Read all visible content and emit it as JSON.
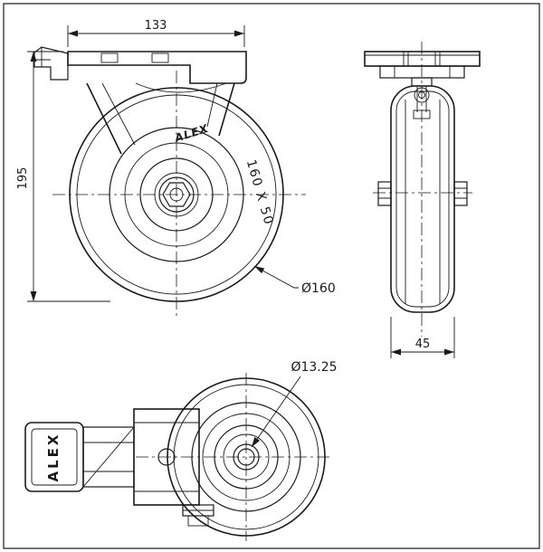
{
  "drawing": {
    "background": "#ffffff",
    "line_color": "#1a1a1a",
    "front": {
      "dim_width": "133",
      "dim_height": "195",
      "wheel_diameter_label": "Ø160",
      "wheel_size_label": "160 X 50",
      "brand": "ALEX"
    },
    "side": {
      "dim_width": "45"
    },
    "plan": {
      "hole_diameter_label": "Ø13.25",
      "brand": "ALEX"
    }
  }
}
